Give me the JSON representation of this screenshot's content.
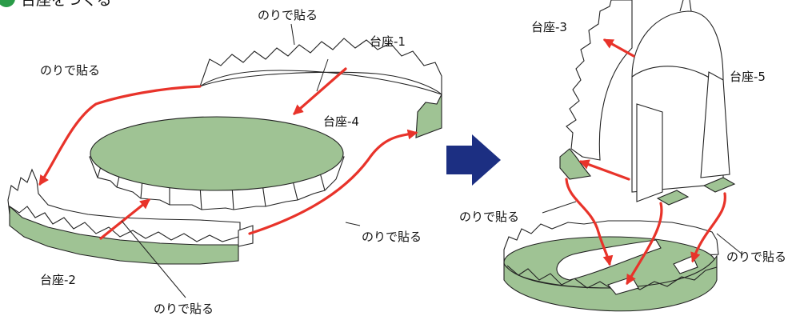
{
  "title": {
    "marker_color": "#2a9b48",
    "text": "台座をつくる"
  },
  "labels": {
    "base1": "台座-1",
    "base2": "台座-2",
    "base3": "台座-3",
    "base4": "台座-4",
    "base5": "台座-5"
  },
  "glue_labels": [
    "のりで貼る",
    "のりで貼る",
    "のりで貼る",
    "のりで貼る",
    "のりで貼る",
    "のりで貼る"
  ],
  "colors": {
    "green_fill": "#9fc394",
    "arrow_red": "#e8332a",
    "next_arrow": "#1c2f82"
  }
}
